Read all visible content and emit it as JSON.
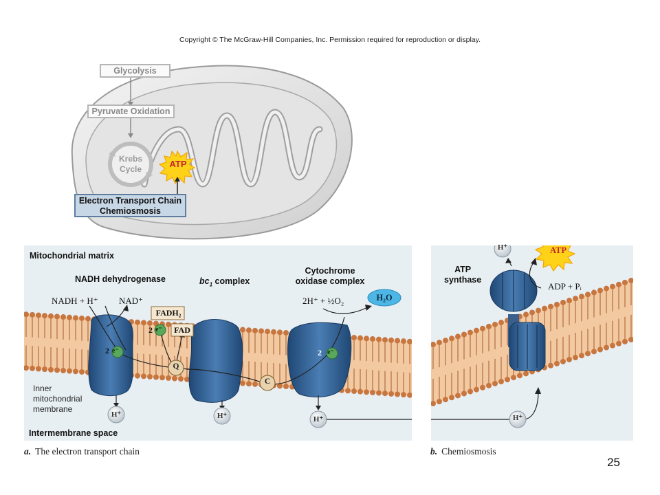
{
  "copyright": "Copyright © The McGraw-Hill Companies, Inc. Permission required for reproduction or display.",
  "page_number": "25",
  "overview": {
    "glycolysis": "Glycolysis",
    "pyruvate_oxidation": "Pyruvate Oxidation",
    "krebs_line1": "Krebs",
    "krebs_line2": "Cycle",
    "atp": "ATP",
    "etc_line1": "Electron Transport Chain",
    "etc_line2": "Chemiosmosis"
  },
  "panel_a": {
    "matrix_label": "Mitochondrial matrix",
    "intermembrane_label": "Intermembrane space",
    "membrane_label": [
      "Inner",
      "mitochondrial",
      "membrane"
    ],
    "nadh_dehydrogenase": "NADH dehydrogenase",
    "bc1_main": "bc",
    "bc1_sub": "1",
    "bc1_rest": " complex",
    "cytochrome_line1": "Cytochrome",
    "cytochrome_line2": "oxidase complex",
    "nadh_h": "NADH + H⁺",
    "nad": "NAD⁺",
    "fadh2": "FADH₂",
    "fad": "FAD",
    "oxygen_eq": "2H⁺ + ½O₂",
    "water": "H₂O",
    "q": "Q",
    "c": "C",
    "e": "e⁻",
    "two": "2",
    "h_plus": "H⁺",
    "caption_letter": "a.",
    "caption_text": "The electron transport chain"
  },
  "panel_b": {
    "atp_synthase_line1": "ATP",
    "atp_synthase_line2": "synthase",
    "adp": "ADP + Pᵢ",
    "atp": "ATP",
    "h_plus": "H⁺",
    "caption_letter": "b.",
    "caption_text": "Chemiosmosis"
  },
  "colors": {
    "panel_bg": "#e8eff3",
    "protein": "#2f5f94",
    "membrane": "#f3c9a1",
    "head": "#c8763f",
    "atp_burst": "#ffd21a",
    "water": "#4eb6e4",
    "electron": "#5aa85c"
  }
}
